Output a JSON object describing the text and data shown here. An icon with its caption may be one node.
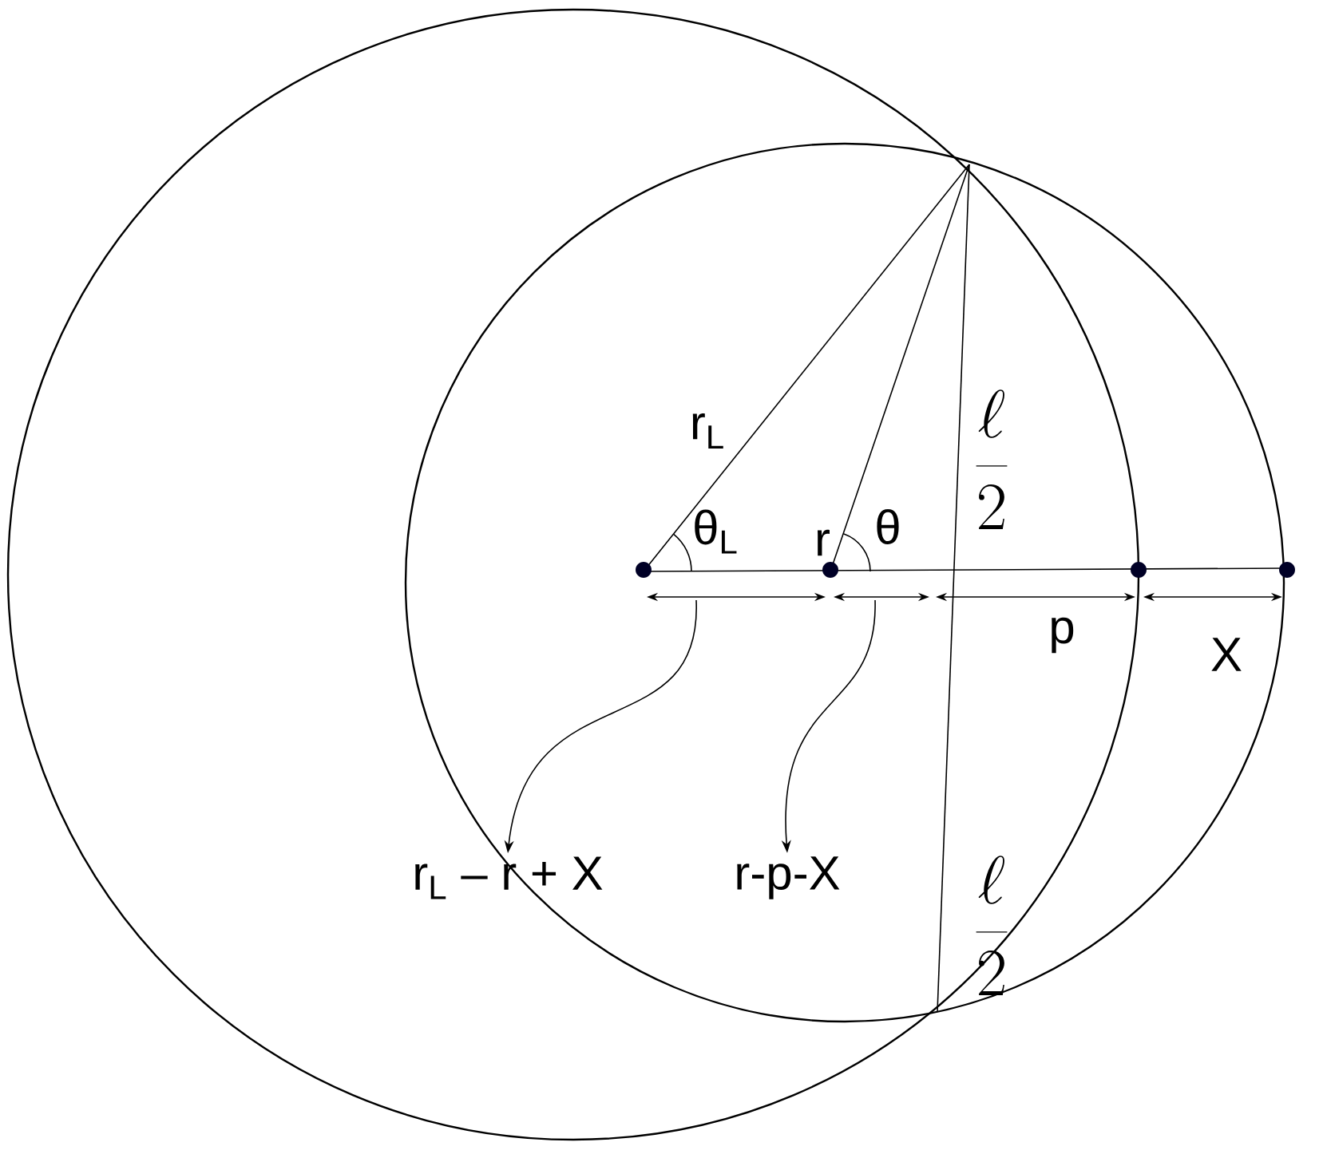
{
  "diagram": {
    "nodes": [
      {
        "text": [
          "r$_{L}$ – r + X"
        ]
      },
      {
        "text": [
          "r-p-X"
        ]
      }
    ],
    "edges": [
      {
        "from": null,
        "to": 0,
        "arrow": "to"
      },
      {
        "from": null,
        "to": 1,
        "arrow": "to"
      }
    ],
    "labels": [
      "r$_{L}$",
      "r",
      "θ$_{L}$",
      "θ",
      "\\frac{\\ell}{2}",
      "p",
      "X",
      "\\frac{\\ell}{2}"
    ]
  }
}
